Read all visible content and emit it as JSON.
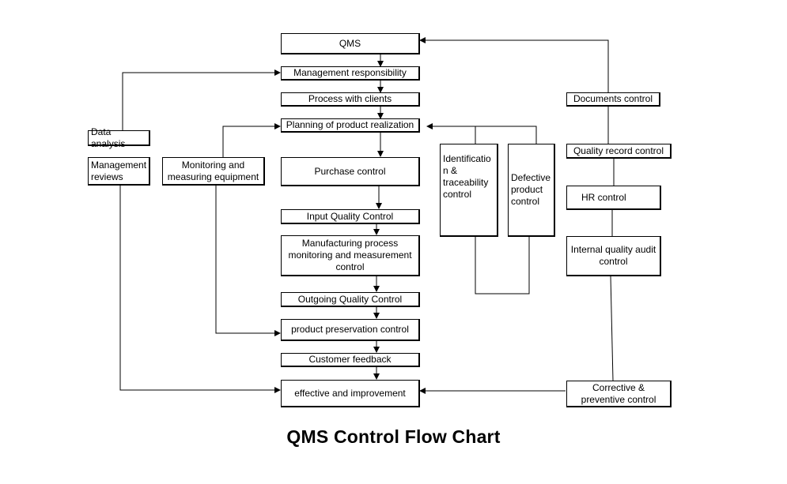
{
  "title": "QMS Control  Flow Chart",
  "nodes": {
    "qms": "QMS",
    "management_responsibility": "Management responsibility",
    "process_with_clients": "Process with clients",
    "planning_product_realization": "Planning of product realization",
    "purchase_control": "Purchase control",
    "input_quality_control": "Input Quality Control",
    "manufacturing_process": "Manufacturing process\nmonitoring and measurement\ncontrol",
    "outgoing_quality_control": "Outgoing Quality Control",
    "product_preservation_control": "product preservation control",
    "customer_feedback": "Customer feedback",
    "effective_improvement": "effective and improvement",
    "data_analysis": "Data analysis",
    "management_reviews": "Management\nreviews",
    "monitoring_measuring_equipment": "Monitoring and\nmeasuring equipment",
    "identification_traceability": "Identificatio\nn &\ntraceability\ncontrol",
    "defective_product_control": "Defective\nproduct\ncontrol",
    "documents_control": "Documents control",
    "quality_record_control": "Quality record control",
    "hr_control": "HR control",
    "internal_quality_audit": "Internal quality audit\ncontrol",
    "corrective_preventive": "Corrective &\npreventive  control"
  }
}
